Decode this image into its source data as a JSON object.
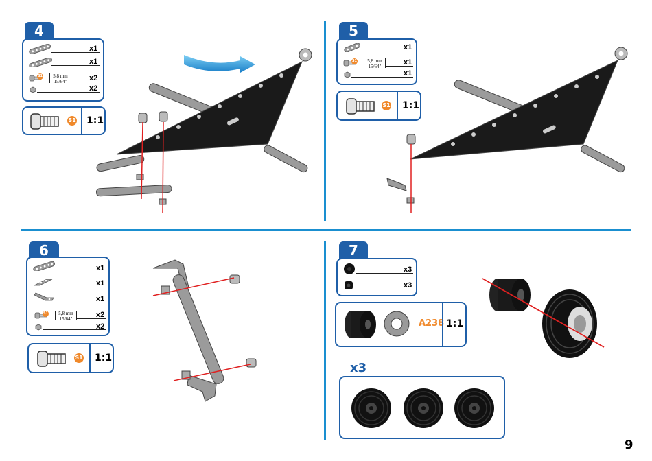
{
  "page_number": "9",
  "colors": {
    "accent_blue": "#1f5fa8",
    "divider_blue": "#1a8fd0",
    "badge_orange": "#f0892b",
    "red_axis": "#e02020"
  },
  "steps": [
    {
      "number": "4",
      "parts": [
        {
          "icon": "short-strip-icon",
          "qty": "x1"
        },
        {
          "icon": "long-strip-icon",
          "qty": "x1"
        },
        {
          "icon": "screw-icon",
          "badge": "S1",
          "size_mm": "5,8 mm",
          "size_in": "15/64\"",
          "qty": "x2"
        },
        {
          "icon": "nut-icon",
          "qty": "x2"
        }
      ],
      "tool": {
        "badge": "S1",
        "ratio": "1:1"
      }
    },
    {
      "number": "5",
      "parts": [
        {
          "icon": "short-strip-icon",
          "qty": "x1"
        },
        {
          "icon": "screw-icon",
          "badge": "S1",
          "size_mm": "5,8 mm",
          "size_in": "15/64\"",
          "qty": "x1"
        },
        {
          "icon": "nut-icon",
          "qty": "x1"
        }
      ],
      "tool": {
        "badge": "S1",
        "ratio": "1:1"
      }
    },
    {
      "number": "6",
      "parts": [
        {
          "icon": "long-strip-icon",
          "qty": "x1"
        },
        {
          "icon": "angle-bracket-icon",
          "qty": "x1"
        },
        {
          "icon": "bent-strip-icon",
          "qty": "x1"
        },
        {
          "icon": "screw-icon",
          "badge": "S1",
          "size_mm": "5,8 mm",
          "size_in": "15/64\"",
          "qty": "x2"
        },
        {
          "icon": "nut-icon",
          "qty": "x2"
        }
      ],
      "tool": {
        "badge": "S1",
        "ratio": "1:1"
      }
    },
    {
      "number": "7",
      "parts": [
        {
          "icon": "tire-icon",
          "qty": "x3"
        },
        {
          "icon": "hub-icon",
          "qty": "x3"
        }
      ],
      "tool": {
        "part_code": "A238",
        "ratio": "1:1"
      },
      "multiplier": "x3"
    }
  ]
}
